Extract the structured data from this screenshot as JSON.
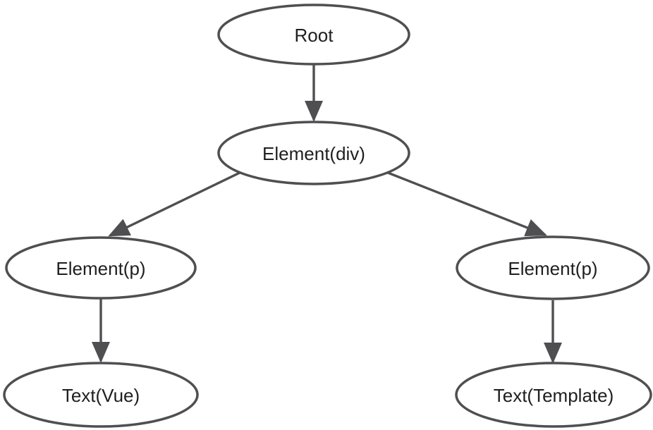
{
  "diagram": {
    "type": "tree",
    "description": "Virtual DOM tree diagram",
    "colors": {
      "background": "#ffffff",
      "node_stroke": "#4f4f52",
      "node_fill": "#ffffff",
      "label_text": "#1f1f1f",
      "edge": "#4f4f52"
    },
    "nodes": [
      {
        "id": "root",
        "label": "Root"
      },
      {
        "id": "element-div",
        "label": "Element(div)"
      },
      {
        "id": "element-p-left",
        "label": "Element(p)"
      },
      {
        "id": "element-p-right",
        "label": "Element(p)"
      },
      {
        "id": "text-vue",
        "label": "Text(Vue)"
      },
      {
        "id": "text-template",
        "label": "Text(Template)"
      }
    ],
    "edges": [
      {
        "from": "root",
        "to": "element-div"
      },
      {
        "from": "element-div",
        "to": "element-p-left"
      },
      {
        "from": "element-div",
        "to": "element-p-right"
      },
      {
        "from": "element-p-left",
        "to": "text-vue"
      },
      {
        "from": "element-p-right",
        "to": "text-template"
      }
    ]
  }
}
